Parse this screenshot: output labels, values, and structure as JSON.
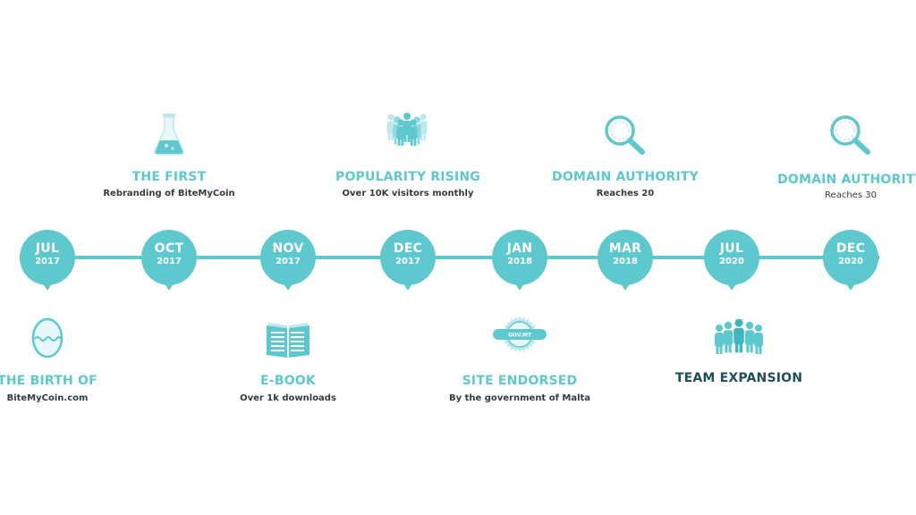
{
  "colors": {
    "accent": "#5ec8cf",
    "accent_light": "#bfe8ec",
    "dark_title": "#1f4f5a",
    "text": "#333b3f"
  },
  "milestones": [
    {
      "month": "JUL",
      "year": "2017",
      "side": "below",
      "icon": "egg-icon",
      "title": "THE BIRTH OF",
      "subtitle": "BiteMyCoin.com"
    },
    {
      "month": "OCT",
      "year": "2017",
      "side": "above",
      "icon": "flask-icon",
      "title": "THE FIRST",
      "subtitle": "Rebranding of BiteMyCoin"
    },
    {
      "month": "NOV",
      "year": "2017",
      "side": "below",
      "icon": "book-icon",
      "title": "E-BOOK",
      "subtitle": "Over 1k downloads"
    },
    {
      "month": "DEC",
      "year": "2017",
      "side": "above",
      "icon": "crowd-icon",
      "title": "POPULARITY RISING",
      "subtitle": "Over 10K visitors monthly"
    },
    {
      "month": "JAN",
      "year": "2018",
      "side": "below",
      "icon": "gov-seal-icon",
      "icon_text": "GOV.MT",
      "title": "SITE ENDORSED",
      "subtitle": "By the government of Malta"
    },
    {
      "month": "MAR",
      "year": "2018",
      "side": "above",
      "icon": "magnifier-icon",
      "title": "DOMAIN AUTHORITY",
      "subtitle": "Reaches 20"
    },
    {
      "month": "JUL",
      "year": "2020",
      "side": "below",
      "icon": "team-icon",
      "title": "TEAM EXPANSION",
      "subtitle": ""
    },
    {
      "month": "DEC",
      "year": "2020",
      "side": "above",
      "icon": "magnifier-icon",
      "title": "DOMAIN AUTHORITY",
      "subtitle": "Reaches 30"
    }
  ]
}
